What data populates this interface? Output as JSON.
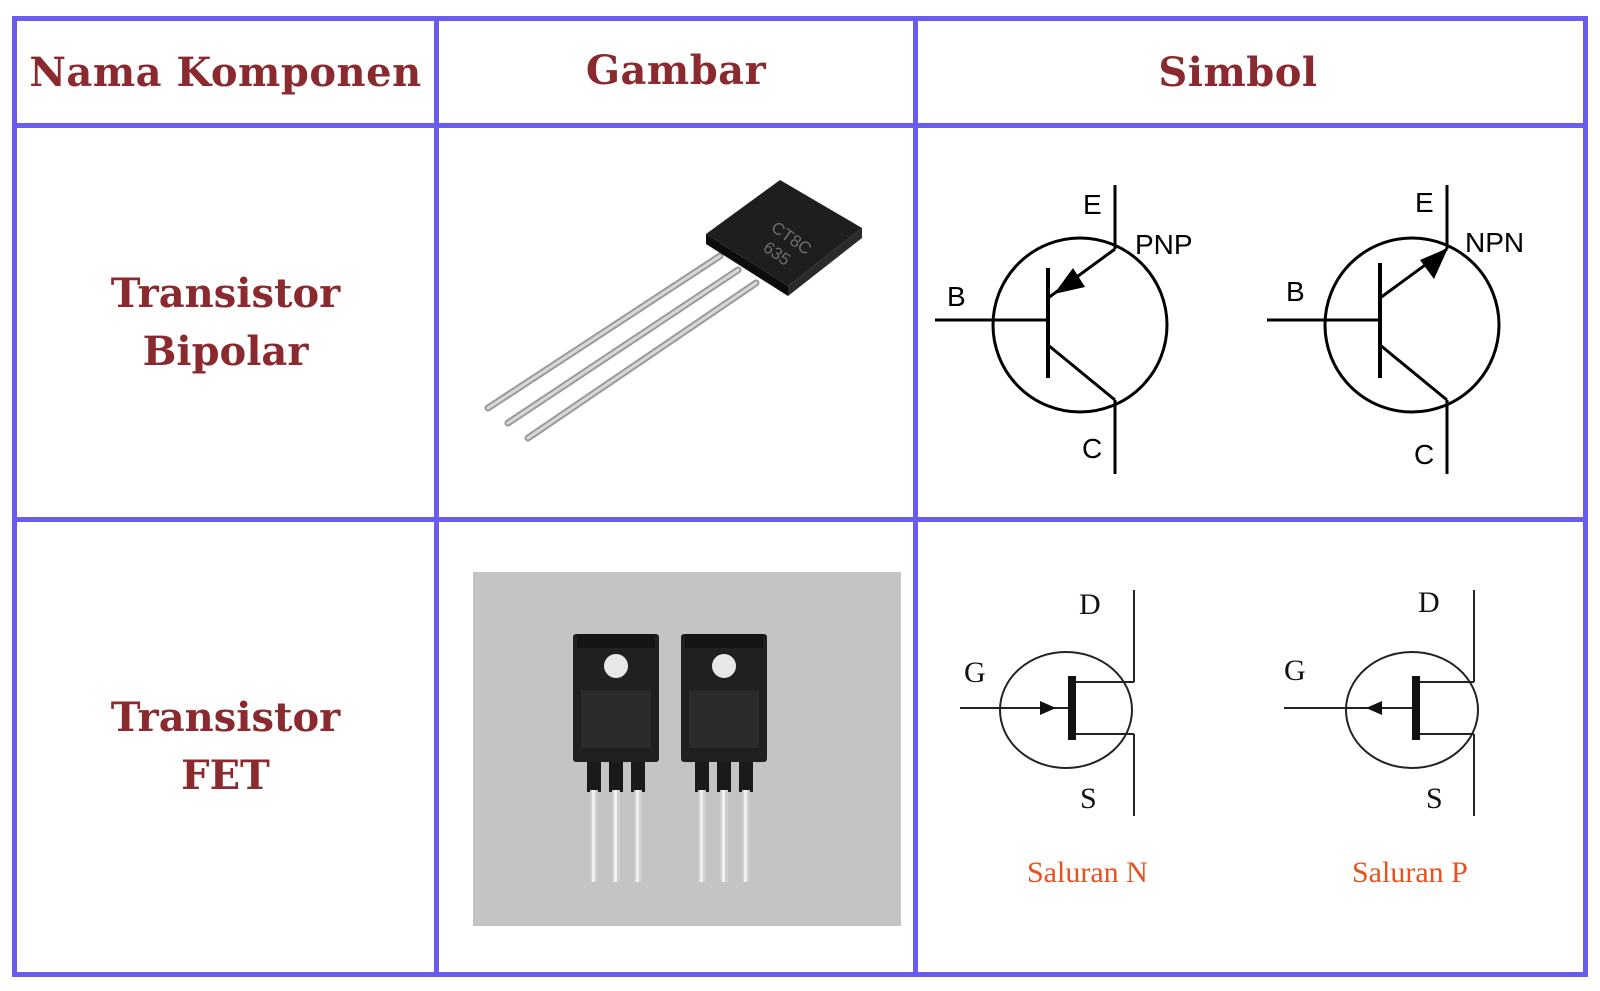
{
  "table": {
    "headers": [
      "Nama Komponen",
      "Gambar",
      "Simbol"
    ],
    "rows": [
      {
        "name_line1": "Transistor",
        "name_line2": "Bipolar",
        "chip_marking_1": "CT8C",
        "chip_marking_2": "635",
        "symbols": [
          {
            "type": "PNP",
            "e": "E",
            "b": "B",
            "c": "C"
          },
          {
            "type": "NPN",
            "e": "E",
            "b": "B",
            "c": "C"
          }
        ]
      },
      {
        "name_line1": "Transistor",
        "name_line2": "FET",
        "symbols": [
          {
            "d": "D",
            "g": "G",
            "s": "S",
            "caption": "Saluran N"
          },
          {
            "d": "D",
            "g": "G",
            "s": "S",
            "caption": "Saluran P"
          }
        ]
      }
    ]
  },
  "colors": {
    "grid": "#6b5cf0",
    "heading_text": "#8a2a2f",
    "caption_text": "#e8501c"
  }
}
